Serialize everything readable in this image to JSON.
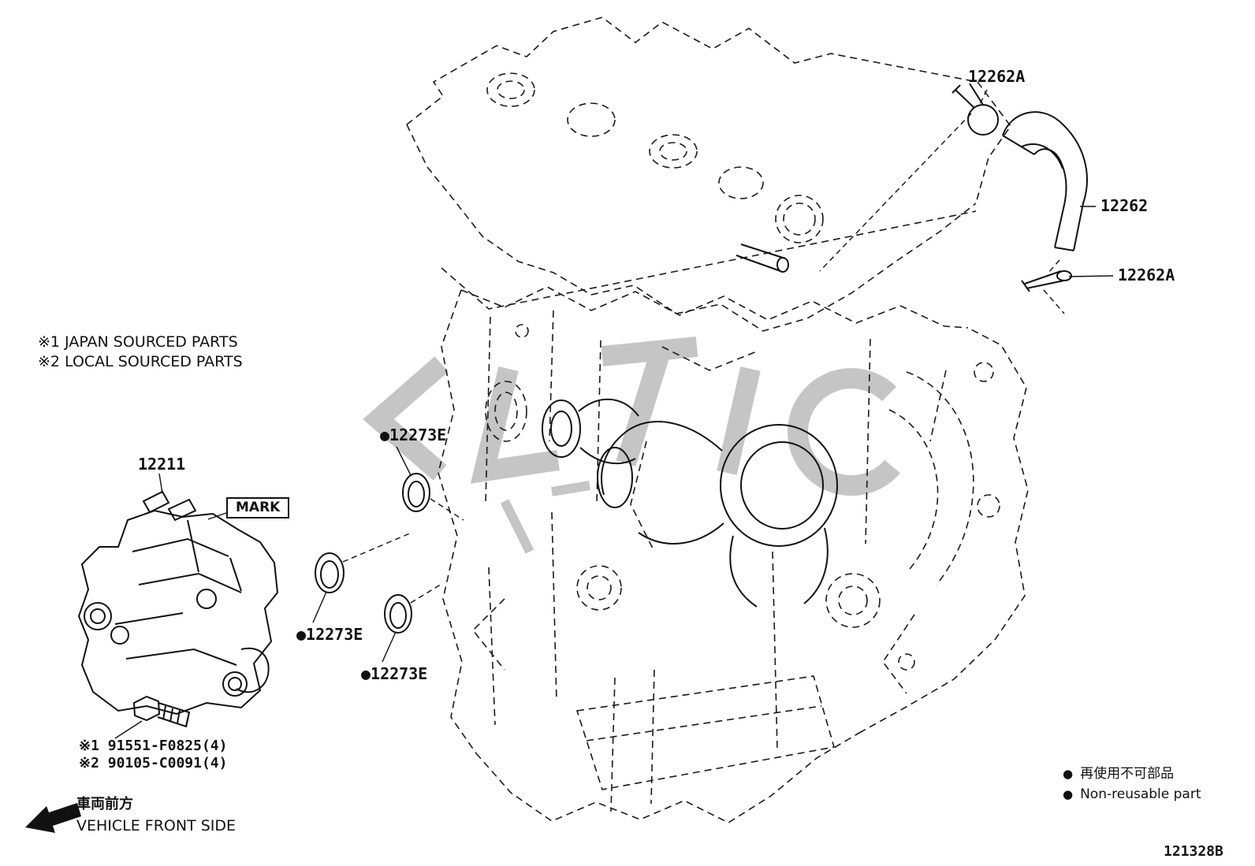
{
  "page": {
    "background": "#ffffff",
    "line_color": "#1a1a1a",
    "watermark_color": "#8c8c8c"
  },
  "notes": {
    "line1": "※1 JAPAN SOURCED PARTS",
    "line2": "※2 LOCAL SOURCED PARTS"
  },
  "callouts": {
    "clamp_top": "12262A",
    "hose": "12262",
    "clamp_bottom": "12262A",
    "oring_1": "●12273E",
    "oring_2": "●12273E",
    "oring_3": "●12273E",
    "bracket": "12211",
    "mark": "MARK"
  },
  "bolt_refs": {
    "line1": "※1 91551-F0825(4)",
    "line2": "※2 90105-C0091(4)"
  },
  "legend": {
    "bullet": "●",
    "jp": "再使用不可部品",
    "en": "Non-reusable part"
  },
  "vehicle_front": {
    "jp": "車両前方",
    "en": "VEHICLE FRONT SIDE"
  },
  "drawing_number": "121328B"
}
